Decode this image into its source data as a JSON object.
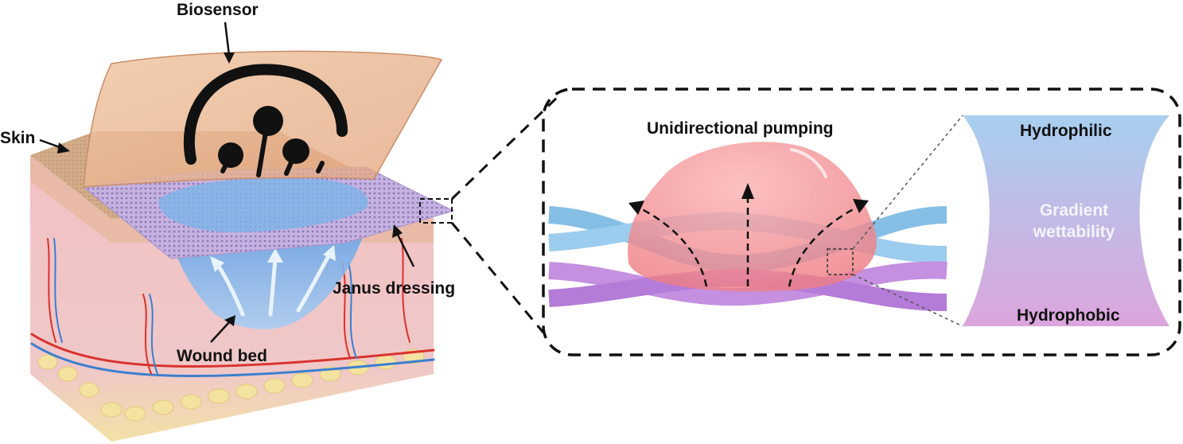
{
  "labels": {
    "biosensor": "Biosensor",
    "skin": "Skin",
    "janus_dressing": "Janus dressing",
    "wound_bed": "Wound bed",
    "unidirectional_pumping": "Unidirectional pumping",
    "hydrophilic": "Hydrophilic",
    "gradient_line1": "Gradient",
    "gradient_line2": "wettability",
    "hydrophobic": "Hydrophobic"
  },
  "colors": {
    "skin_surface": "#c9a07e",
    "skin_tissue": "#f2c3c6",
    "biosensor_film": "#e9b48e",
    "sensor_ink": "#111111",
    "dressing_mesh": "#b9a6d6",
    "exudate": "#7fb3e8",
    "droplet": "#f28a8e",
    "fiber_blue": "#86bfe6",
    "fiber_purple": "#b57bd8",
    "gradient_top": "#a9d0f0",
    "gradient_bottom": "#d9a6dc",
    "fat": "#f3e2a0",
    "vessel_red": "#d9332e",
    "vessel_blue": "#3a7fd0"
  }
}
